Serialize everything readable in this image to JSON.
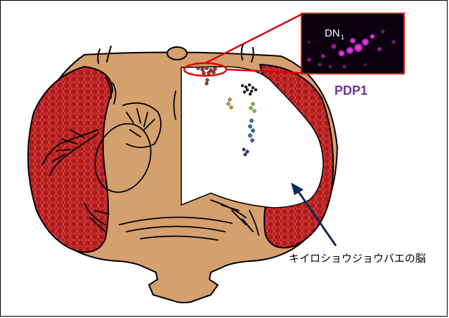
{
  "inset": {
    "label_main": "DN",
    "label_sub": "1",
    "stain_label": "PDP1"
  },
  "annotation": {
    "caption": "キイロショウジョウバエの脳"
  },
  "colors": {
    "head": "#d4a06e",
    "eye": "#b11b1b",
    "eye_grid": "#e05050",
    "outline": "#000000",
    "highlight_ring": "#e00000",
    "pdp1_purple": "#7030a0",
    "inset_bg": "#0c000e",
    "inset_signal": "#e020e0",
    "arrow": "#0d2a5a",
    "cluster_dark": "#2b2b2b",
    "cluster_red": "#c0392b",
    "cluster_yellow": "#c8a020",
    "cluster_green": "#8bbf3a",
    "cluster_blue": "#2a78c0",
    "cluster_navy": "#243e7a"
  }
}
